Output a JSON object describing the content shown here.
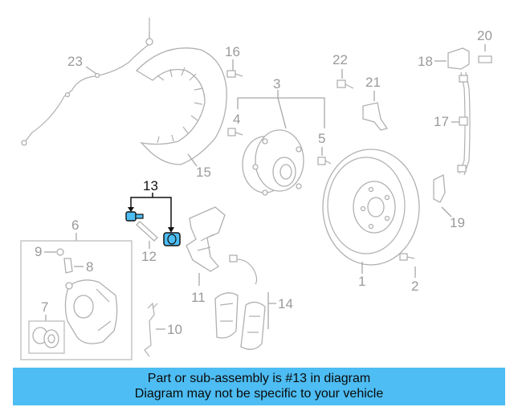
{
  "callouts": {
    "c1": "1",
    "c2": "2",
    "c3": "3",
    "c4": "4",
    "c5": "5",
    "c6": "6",
    "c7": "7",
    "c8": "8",
    "c9": "9",
    "c10": "10",
    "c11": "11",
    "c12": "12",
    "c13": "13",
    "c14": "14",
    "c15": "15",
    "c16": "16",
    "c17": "17",
    "c18": "18",
    "c19": "19",
    "c20": "20",
    "c21": "21",
    "c22": "22",
    "c23": "23"
  },
  "highlight": {
    "part_number": "13",
    "color": "#4dbdf3"
  },
  "banner": {
    "line1": "Part or sub-assembly is #13 in diagram",
    "line2": "Diagram may not be specific to your vehicle"
  },
  "colors": {
    "line": "#a8a8a8",
    "label": "#9a9a9a",
    "highlight_label": "#111111",
    "banner": "#4dbdf3"
  }
}
